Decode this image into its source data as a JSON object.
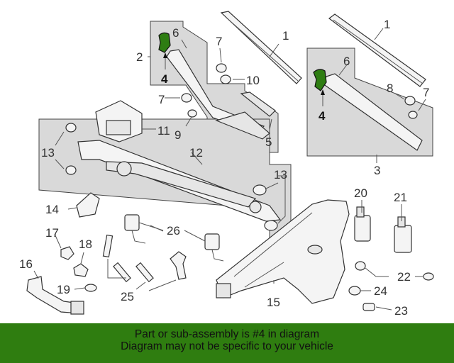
{
  "callouts": {
    "c1a": "1",
    "c1b": "1",
    "c2": "2",
    "c3": "3",
    "c4a": "4",
    "c4b": "4",
    "c5": "5",
    "c6a": "6",
    "c6b": "6",
    "c7a": "7",
    "c7b": "7",
    "c7c": "7",
    "c8": "8",
    "c9": "9",
    "c10": "10",
    "c11": "11",
    "c12": "12",
    "c13a": "13",
    "c13b": "13",
    "c14": "14",
    "c15": "15",
    "c16": "16",
    "c17": "17",
    "c18": "18",
    "c19": "19",
    "c20": "20",
    "c21": "21",
    "c22": "22",
    "c23": "23",
    "c24": "24",
    "c25": "25",
    "c26": "26"
  },
  "highlight_color": "#2e7d12",
  "footer": {
    "line1": "Part or sub-assembly is #4 in diagram",
    "line2": "Diagram may not be specific to your vehicle"
  }
}
